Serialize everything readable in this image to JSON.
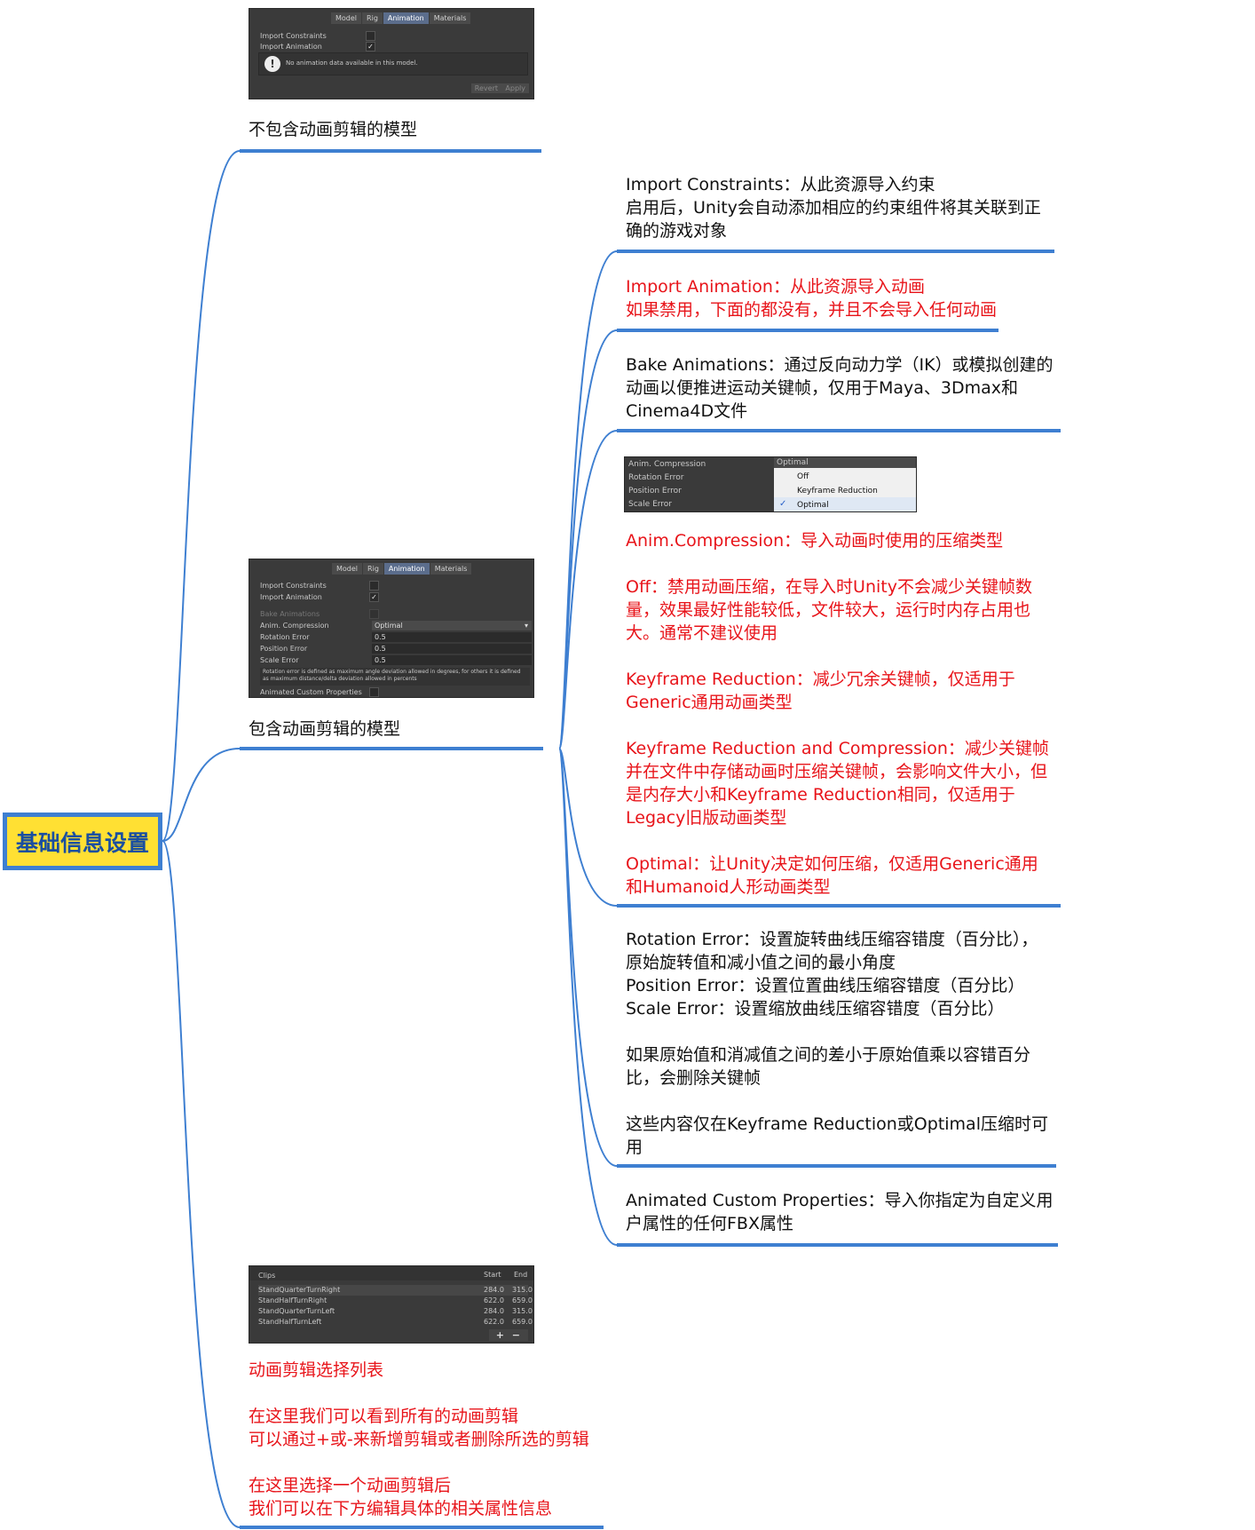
{
  "root": {
    "label": "基础信息设置"
  },
  "colors": {
    "branch": "#3e7fd1",
    "root_fill": "#ffe033",
    "red_text": "#e8141a"
  },
  "panel_no_anim": {
    "tabs": [
      "Model",
      "Rig",
      "Animation",
      "Materials"
    ],
    "rows": [
      "Import Constraints",
      "Import Animation"
    ],
    "notice": "No animation data available in this model.",
    "buttons": [
      "Revert",
      "Apply"
    ]
  },
  "label_no_anim": "不包含动画剪辑的模型",
  "panel_anim": {
    "tabs": [
      "Model",
      "Rig",
      "Animation",
      "Materials"
    ],
    "rows": [
      "Import Constraints",
      "Import Animation",
      "Bake Animations",
      "Anim. Compression",
      "Rotation Error",
      "Position Error",
      "Scale Error"
    ],
    "values": [
      "Optimal",
      "0.5",
      "0.5",
      "0.5"
    ],
    "help": "Rotation error is defined as maximum angle deviation allowed in degrees, for others it is defined as maximum distance/delta deviation allowed in percents",
    "footer": "Animated Custom Properties"
  },
  "label_anim": "包含动画剪辑的模型",
  "compression_dropdown": {
    "rows": [
      "Anim. Compression",
      "Rotation Error",
      "Position Error",
      "Scale Error"
    ],
    "selected": "Optimal",
    "options": [
      "Off",
      "Keyframe Reduction",
      "Optimal"
    ]
  },
  "clips_panel": {
    "headers": [
      "Clips",
      "Start",
      "End"
    ],
    "rows": [
      {
        "name": "StandQuarterTurnRight",
        "start": "284.0",
        "end": "315.0"
      },
      {
        "name": "StandHalfTurnRight",
        "start": "622.0",
        "end": "659.0"
      },
      {
        "name": "StandQuarterTurnLeft",
        "start": "284.0",
        "end": "315.0"
      },
      {
        "name": "StandHalfTurnLeft",
        "start": "622.0",
        "end": "659.0"
      }
    ],
    "controls": [
      "+",
      "−"
    ]
  },
  "label_clips": "动画剪辑选择列表\n\n在这里我们可以看到所有的动画剪辑\n可以通过+或-来新增剪辑或者删除所选的剪辑\n\n在这里选择一个动画剪辑后\n我们可以在下方编辑具体的相关属性信息",
  "nodes": {
    "import_constraints": "Import Constraints：从此资源导入约束\n启用后，Unity会自动添加相应的约束组件将其关联到正\n确的游戏对象",
    "import_animation": "Import Animation：从此资源导入动画\n如果禁用，下面的都没有，并且不会导入任何动画",
    "bake_animations": "Bake Animations：通过反向动力学（IK）或模拟创建的\n动画以便推进运动关键帧，仅用于Maya、3Dmax和\nCinema4D文件",
    "anim_compression": "Anim.Compression：导入动画时使用的压缩类型\n\nOff：禁用动画压缩，在导入时Unity不会减少关键帧数\n量，效果最好性能较低，文件较大，运行时内存占用也\n大。通常不建议使用\n\nKeyframe Reduction：减少冗余关键帧，仅适用于\nGeneric通用动画类型\n\nKeyframe Reduction and Compression：减少关键帧\n并在文件中存储动画时压缩关键帧，会影响文件大小，但\n是内存大小和Keyframe Reduction相同，仅适用于\nLegacy旧版动画类型\n\nOptimal：让Unity决定如何压缩，仅适用Generic通用\n和Humanoid人形动画类型",
    "errors": "Rotation Error：设置旋转曲线压缩容错度（百分比），\n原始旋转值和减小值之间的最小角度\nPosition Error：设置位置曲线压缩容错度（百分比）\nScale Error：设置缩放曲线压缩容错度（百分比）\n\n如果原始值和消减值之间的差小于原始值乘以容错百分\n比，会删除关键帧\n\n这些内容仅在Keyframe Reduction或Optimal压缩时可\n用",
    "custom_props": "Animated Custom Properties：导入你指定为自定义用\n户属性的任何FBX属性"
  }
}
